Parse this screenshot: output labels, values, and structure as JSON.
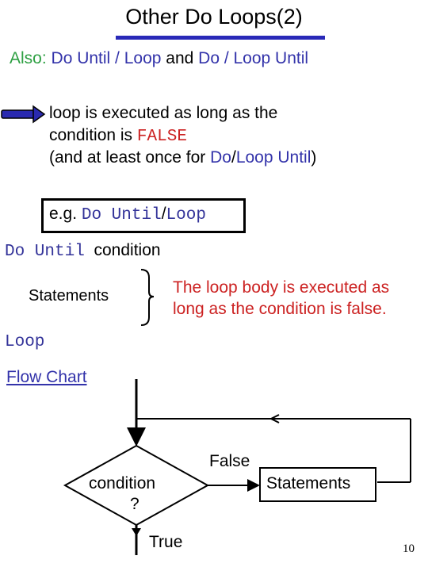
{
  "title": "Other Do Loops(2)",
  "subtitle": {
    "prefix": "Also:",
    "part1": " Do Until / Loop",
    "and": " and ",
    "part2": " Do / Loop Until"
  },
  "bullet": {
    "line1": "loop is executed as long as the",
    "line2_prefix": "condition is ",
    "line2_code": "FALSE",
    "line3_prefix": "(and at least once for  ",
    "line3_do": "Do",
    "line3_slash": "/",
    "line3_rest": "Loop Until",
    "line3_close": ")"
  },
  "example": {
    "prefix": "e.g. ",
    "code_do_until": "Do Until",
    "slash": "/",
    "code_loop": "Loop"
  },
  "code": {
    "do_until": "Do Until",
    "condition": "condition",
    "statements": "Statements",
    "loop": "Loop"
  },
  "explanation": "The loop body is executed as long as the condition is false.",
  "flowchart": {
    "label": "Flow Chart",
    "condition_line1": "condition",
    "condition_line2": "?",
    "false_label": "False",
    "true_label": "True",
    "statements_label": "Statements"
  },
  "page_number": "10",
  "colors": {
    "title_bar": "#2929b8",
    "green": "#2ea043",
    "blue": "#3333aa",
    "red": "#cc2222"
  }
}
